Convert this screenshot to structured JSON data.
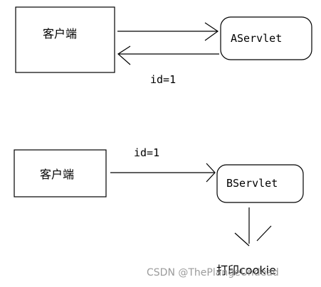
{
  "diagram": {
    "top": {
      "client_label": "客户端",
      "servlet_label": "AServlet",
      "response_label": "id=1"
    },
    "bottom": {
      "client_label": "客户端",
      "servlet_label": "BServlet",
      "request_label": "id=1",
      "output_label": "打印cookie"
    }
  },
  "watermark": {
    "text": "CSDN @ThePlangeUndead"
  }
}
